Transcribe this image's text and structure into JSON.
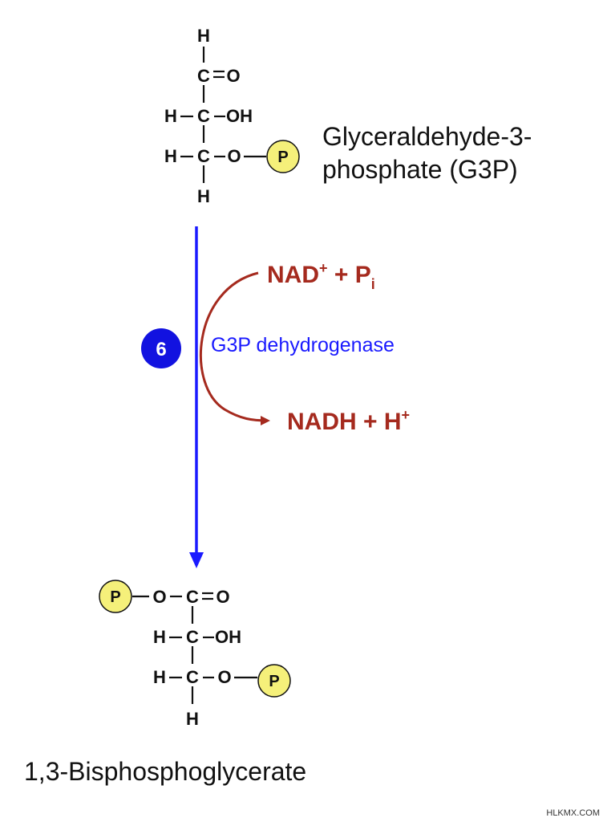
{
  "substrate": {
    "name_line1": "Glyceraldehyde-3-",
    "name_line2": "phosphate (G3P)"
  },
  "product": {
    "name": "1,3-Bisphosphoglycerate"
  },
  "atoms": {
    "H": "H",
    "C": "C",
    "O": "O",
    "OH": "OH",
    "double_bond": "=",
    "single_bond": "–",
    "P": "P"
  },
  "reaction": {
    "step_number": "6",
    "enzyme": "G3P dehydrogenase",
    "input_main": "NAD",
    "input_sup": "+",
    "input_plus": " + P",
    "input_sub": "i",
    "output_main": "NADH + H",
    "output_sup": "+"
  },
  "colors": {
    "arrow_main": "#1a1aff",
    "cofactor": "#a52a1e",
    "phosphate_fill": "#f5f07a"
  },
  "watermark": "HLKMX.COM"
}
